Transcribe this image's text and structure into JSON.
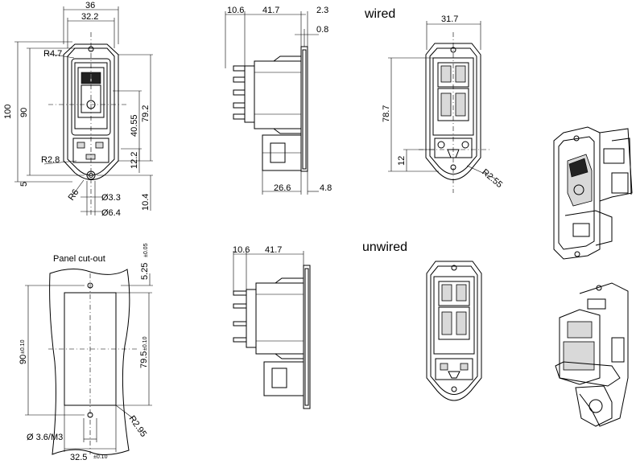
{
  "labels": {
    "wired": "wired",
    "unwired": "unwired",
    "panel_cutout": "Panel cut-out"
  },
  "front_view": {
    "width_total": "36",
    "width_inner": "32.2",
    "height_total": "100",
    "height_holes": "90",
    "radius_top": "R4.7",
    "radius_outlet": "R2.8",
    "height_switch": "40.55",
    "height_body": "79.2",
    "height_outlet": "12.2",
    "offset_bottom": "5",
    "radius_hole": "R6",
    "hole_dia": "Ø3.3",
    "hole_dia_outer": "Ø6.4",
    "hole_offset": "10.4"
  },
  "side_view_wired": {
    "depth_back": "10.6",
    "depth_body": "41.7",
    "flange": "2.3",
    "thickness": "0.8",
    "depth_lower": "26.6",
    "depth_front": "4.8"
  },
  "rear_view_wired": {
    "width": "31.7",
    "height": "78.7",
    "offset": "12",
    "radius": "R2.55"
  },
  "panel": {
    "top_tol": "5.25",
    "top_tol_value": "±0.05",
    "height": "90",
    "height_tol": "±0.10",
    "inner_height": "79.5",
    "inner_tol": "±0.10",
    "radius": "R2.95",
    "hole": "Ø 3.6/M3",
    "width": "32.5",
    "width_tol": "±0.10"
  },
  "side_view_unwired": {
    "depth_back": "10.6",
    "depth_body": "41.7"
  }
}
